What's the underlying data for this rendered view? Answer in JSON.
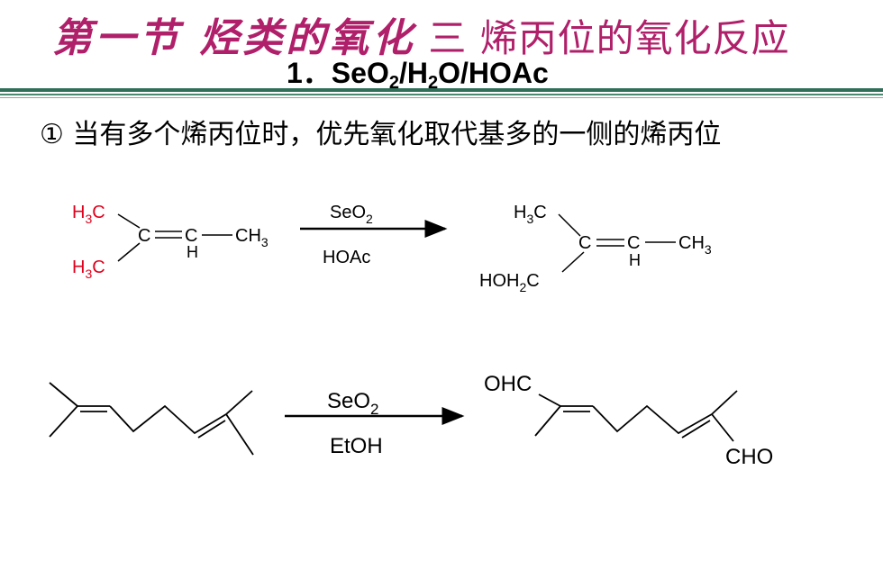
{
  "slide": {
    "title_part1": "第一节 烃类的氧化",
    "title_part2": "三 烯丙位的氧化反应",
    "subtitle": {
      "prefix": "1．SeO",
      "s1": "2",
      "mid1": "/H",
      "s2": "2",
      "suffix": "O/HOAc"
    },
    "bullet": "① 当有多个烯丙位时，优先氧化取代基多的一侧的烯丙位"
  },
  "reaction1": {
    "reagent_top": "SeO",
    "reagent_top_sub": "2",
    "reagent_bottom": "HOAc",
    "reactant": {
      "methyl_top": "H",
      "methyl_top_sub": "3",
      "methyl_top_c": "C",
      "methyl_bottom": "H",
      "methyl_bottom_sub": "3",
      "methyl_bottom_c": "C",
      "c1": "C",
      "c2": "C",
      "h": "H",
      "ch3": "CH",
      "ch3_sub": "3"
    },
    "product": {
      "methyl_top": "H",
      "methyl_top_sub": "3",
      "methyl_top_c": "C",
      "hoch2": "HOH",
      "hoch2_sub": "2",
      "hoch2_c": "C",
      "c1": "C",
      "c2": "C",
      "h": "H",
      "ch3": "CH",
      "ch3_sub": "3"
    },
    "highlight_color": "#e0001b"
  },
  "reaction2": {
    "reagent_top": "SeO",
    "reagent_top_sub": "2",
    "reagent_bottom": "EtOH",
    "product_group_top": "OHC",
    "product_group_bottom": "CHO"
  }
}
